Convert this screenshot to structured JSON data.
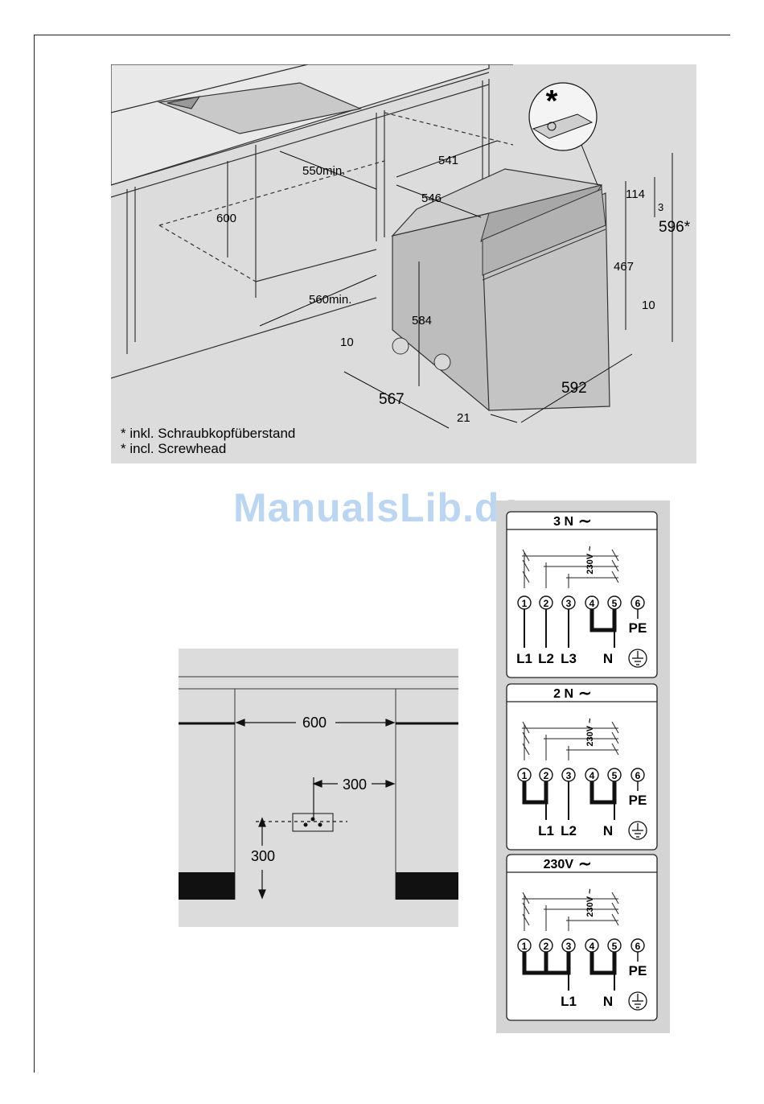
{
  "diagram1": {
    "dimensions": {
      "d550": "550min.",
      "d541": "541",
      "d546": "546",
      "d600": "600",
      "d560": "560min.",
      "d584": "584",
      "d10a": "10",
      "d567": "567",
      "d21": "21",
      "d592": "592",
      "d114": "114",
      "d3": "3",
      "d596": "596*",
      "d467": "467",
      "d10b": "10"
    },
    "callout_symbol": "*",
    "footnote_de": "* inkl. Schraubkopfüberstand",
    "footnote_en": "* incl. Screwhead"
  },
  "diagram2": {
    "width_label": "600",
    "offset_x_label": "300",
    "offset_y_label": "300"
  },
  "watermark": "ManualsLib.de",
  "wiring": [
    {
      "title": "3 N",
      "voltage_label": "230V",
      "terminals": [
        "1",
        "2",
        "3",
        "4",
        "5",
        "6"
      ],
      "labels": {
        "t1": "L1",
        "t2": "L2",
        "t3": "L3",
        "t5": "N",
        "pe": "PE"
      }
    },
    {
      "title": "2 N",
      "voltage_label": "230V",
      "terminals": [
        "1",
        "2",
        "3",
        "4",
        "5",
        "6"
      ],
      "labels": {
        "t2": "L1",
        "t3": "L2",
        "t5": "N",
        "pe": "PE"
      }
    },
    {
      "title": "230V",
      "voltage_label": "230V",
      "terminals": [
        "1",
        "2",
        "3",
        "4",
        "5",
        "6"
      ],
      "labels": {
        "t3": "L1",
        "t5": "N",
        "pe": "PE"
      }
    }
  ],
  "colors": {
    "panel_gray": "#dcdcdc",
    "oven_gray": "#bdbdbd",
    "line": "#111111",
    "watermark": "#bcd6f2"
  }
}
